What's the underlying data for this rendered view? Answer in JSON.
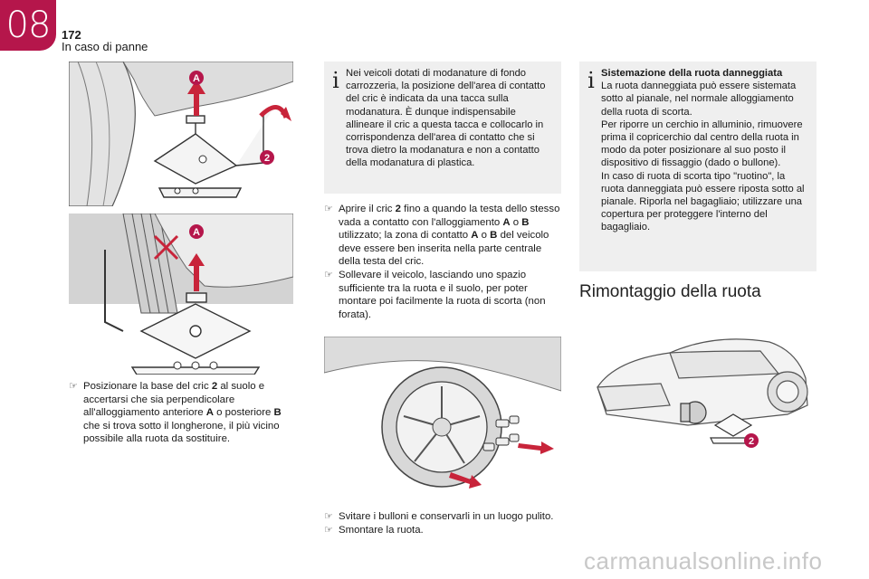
{
  "header": {
    "chapter_number": "08",
    "page_number": "172",
    "section_title": "In caso di panne"
  },
  "figures": {
    "fig1": {
      "callouts": [
        "A",
        "2"
      ]
    },
    "fig2": {
      "callouts": [
        "A"
      ]
    },
    "fig4": {
      "callouts": [
        "2"
      ]
    }
  },
  "column1": {
    "bullet_symbol": "",
    "step1": {
      "parts": [
        "Posizionare la base del cric ",
        "2",
        " al suolo e accertarsi che sia perpendicolare all'alloggiamento anteriore ",
        "A",
        " o posteriore ",
        "B",
        " che si trova sotto il longherone, il più vicino possibile alla ruota da sostituire."
      ]
    }
  },
  "column2": {
    "info_icon": "i",
    "info_text": "Nei veicoli dotati di modanature di fondo carrozzeria, la posizione dell'area di contatto del cric è indicata da una tacca sulla modanatura. È dunque indispensabile allineare il cric a questa tacca e collocarlo in corrispondenza dell'area di contatto che si trova dietro la modanatura e non a contatto della modanatura di plastica.",
    "step2": {
      "parts": [
        "Aprire il cric ",
        "2",
        " fino a quando la testa dello stesso vada a contatto con l'alloggiamento ",
        "A",
        " o ",
        "B",
        " utilizzato; la zona di contatto ",
        "A",
        " o ",
        "B",
        " del veicolo deve essere ben inserita nella parte centrale della testa del cric."
      ]
    },
    "step3": "Sollevare il veicolo, lasciando uno spazio sufficiente tra la ruota e il suolo, per poter montare poi facilmente la ruota di scorta (non forata).",
    "step4": "Svitare i bulloni e conservarli in un luogo pulito.",
    "step5": "Smontare la ruota."
  },
  "column3": {
    "info_icon": "i",
    "info_title": "Sistemazione della ruota danneggiata",
    "info_p1": "La ruota danneggiata può essere sistemata sotto al pianale, nel normale alloggiamento della ruota di scorta.",
    "info_p2": "Per riporre un cerchio in alluminio, rimuovere prima il copricerchio dal centro della ruota in modo da poter posizionare al suo posto il dispositivo di fissaggio (dado o bullone).",
    "info_p3": "In caso di ruota di scorta tipo \"ruotino\", la ruota danneggiata può essere riposta sotto al pianale. Riporla nel bagagliaio; utilizzare una copertura per proteggere l'interno del bagagliaio.",
    "heading": "Rimontaggio della ruota"
  },
  "watermark": "carmanualsonline.info",
  "colors": {
    "accent": "#b5164b",
    "arrow_red": "#c8243a",
    "box_grey": "#efefef"
  }
}
